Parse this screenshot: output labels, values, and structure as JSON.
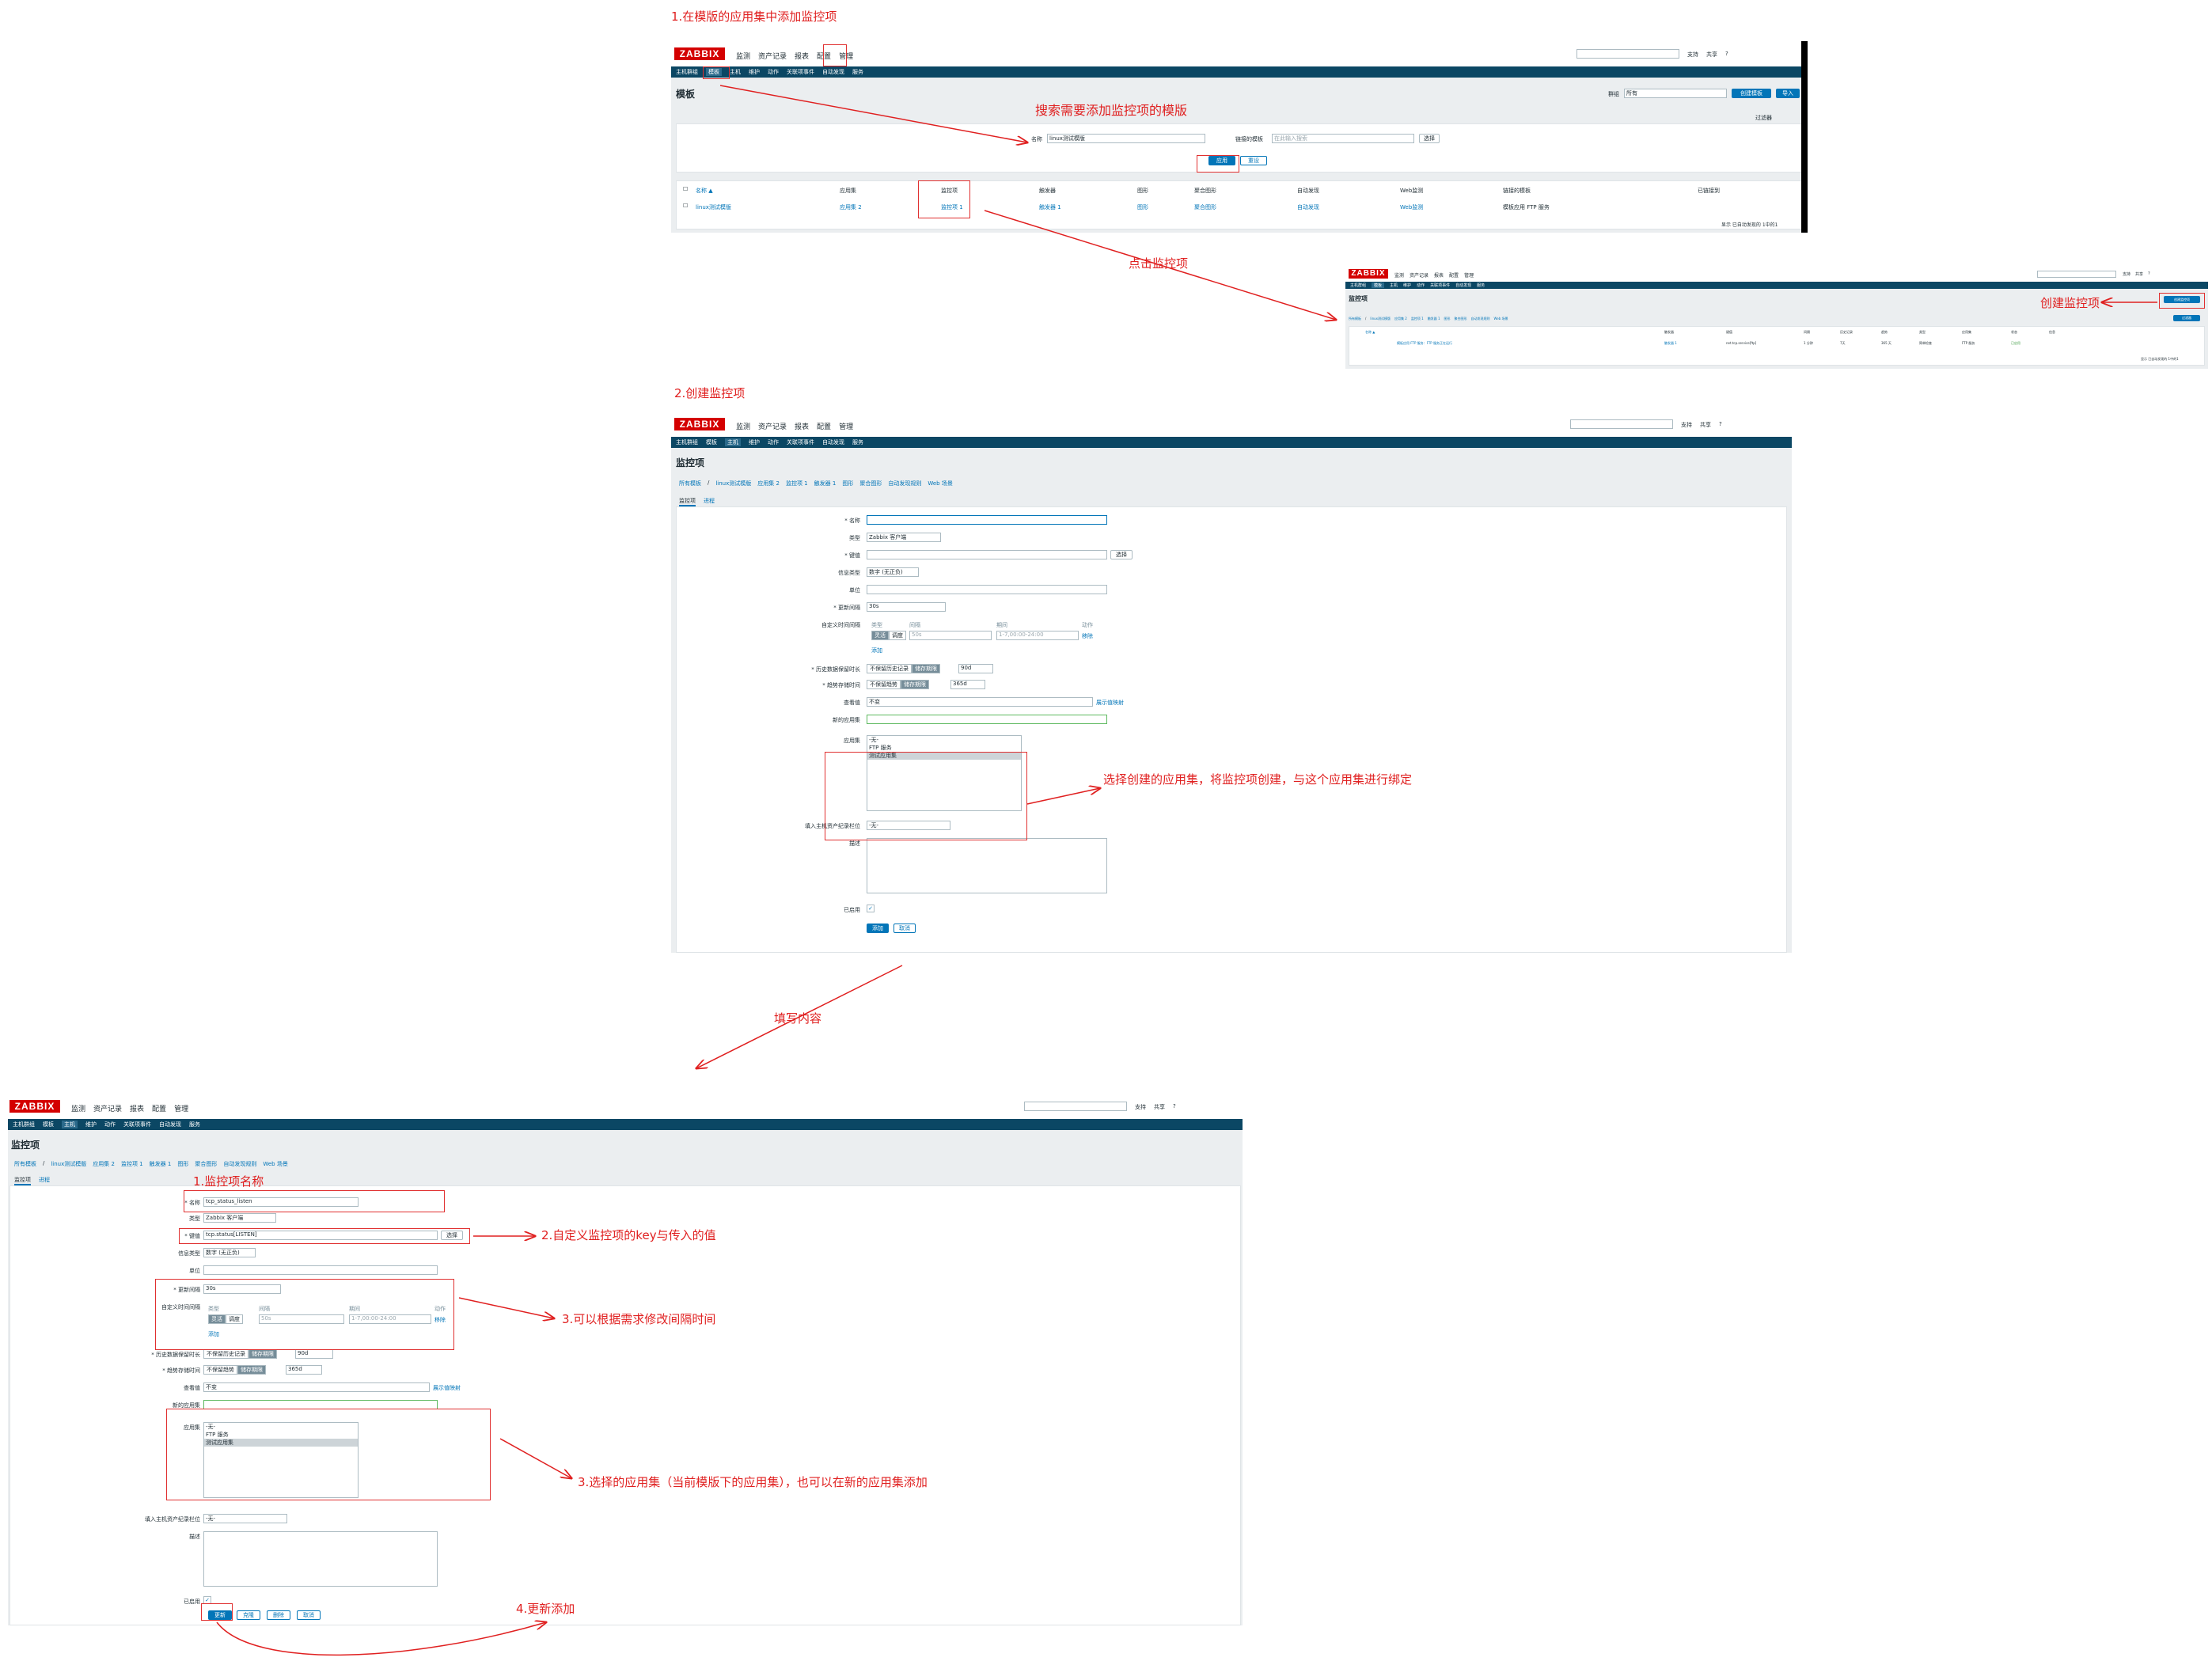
{
  "annotations": {
    "step1": "1.在模版的应用集中添加监控项",
    "search_hint": "搜索需要添加监控项的模版",
    "click_items": "点击监控项",
    "create_item": "创建监控项",
    "step2": "2.创建监控项",
    "bind_app": "选择创建的应用集，将监控项创建，与这个应用集进行绑定",
    "fill": "填写内容",
    "name_note": "1.监控项名称",
    "key_note": "2.自定义监控项的key与传入的值",
    "interval_note": "3.可以根据需求修改间隔时间",
    "app_note": "3.选择的应用集（当前模版下的应用集），也可以在新的应用集添加",
    "update_note": "4.更新添加"
  },
  "zabbix": {
    "logo": "ZABBIX",
    "main_menu": [
      "监测",
      "资产记录",
      "报表",
      "配置",
      "管理"
    ],
    "sub_menu": [
      "主机群组",
      "模板",
      "主机",
      "维护",
      "动作",
      "关联项事件",
      "自动发现",
      "服务"
    ],
    "top_right": [
      "支持",
      "共享",
      "?"
    ]
  },
  "templates_page": {
    "title": "模板",
    "group_label": "群组",
    "group_value": "所有",
    "create_btn": "创建模板",
    "import_btn": "导入",
    "filter_label": "过滤器",
    "name_label": "名称",
    "name_value": "linux测试模版",
    "linked_label": "链接的模板",
    "linked_placeholder": "在此输入搜索",
    "select_btn": "选择",
    "apply_btn": "应用",
    "reset_btn": "重设",
    "columns": [
      "名称 ▲",
      "应用集",
      "监控项",
      "触发器",
      "图形",
      "聚合图形",
      "自动发现",
      "Web监测",
      "链接的模板",
      "已链接到"
    ],
    "row": [
      "linux测试模版",
      "应用集 2",
      "监控项 1",
      "触发器 1",
      "图形",
      "聚合图形",
      "自动发现",
      "Web监测",
      "模板应用 FTP 服务"
    ],
    "footer": "显示 已自动发现的 1中的1"
  },
  "items_page": {
    "title": "监控项",
    "breadcrumb": [
      "所有模板",
      "/",
      "linux测试模版",
      "应用集 2",
      "监控项 1",
      "触发器 1",
      "图形",
      "聚合图形",
      "自动发现规则",
      "Web 场景"
    ],
    "create_btn": "创建监控项",
    "filter_btn": "过滤器",
    "columns": [
      "名称 ▲",
      "触发器",
      "键值",
      "间隔",
      "历史记录",
      "趋势",
      "类型",
      "应用集",
      "状态",
      "信息"
    ],
    "row": [
      "模板应用 FTP 服务：FTP 服务正在运行",
      "触发器 1",
      "net.tcp.service[ftp]",
      "1 分钟",
      "7天",
      "365 天",
      "简单检查",
      "FTP 服务",
      "已启用"
    ],
    "footer": "显示 已自动发现的 1中的1"
  },
  "item_form": {
    "title": "监控项",
    "breadcrumb": [
      "所有模板",
      "/",
      "linux测试模版",
      "应用集 2",
      "监控项 1",
      "触发器 1",
      "图形",
      "聚合图形",
      "自动发现规则",
      "Web 场景"
    ],
    "tabs": [
      "监控项",
      "进程"
    ],
    "labels": {
      "name": "* 名称",
      "type": "类型",
      "key": "* 键值",
      "value_type": "信息类型",
      "units": "单位",
      "interval": "* 更新间隔",
      "custom_intervals": "自定义时间间隔",
      "history": "* 历史数据保留时长",
      "trends": "* 趋势存储时间",
      "show_value": "查看值",
      "new_app": "新的应用集",
      "apps": "应用集",
      "inventory": "填入主机资产纪录栏位",
      "description": "描述",
      "enabled": "已启用"
    },
    "type_value": "Zabbix 客户端",
    "value_type_value": "数字 (无正负)",
    "interval_value": "30s",
    "custom_headers": [
      "类型",
      "间隔",
      "期间",
      "动作"
    ],
    "custom_seg": [
      "灵活",
      "调度"
    ],
    "custom_interval_placeholder": "50s",
    "custom_period_placeholder": "1-7,00:00-24:00",
    "remove_link": "移除",
    "add_link": "添加",
    "history_seg": [
      "不保留历史记录",
      "储存期限"
    ],
    "history_value": "90d",
    "trends_seg": [
      "不保留趋势",
      "储存期限"
    ],
    "trends_value": "365d",
    "show_value_value": "不变",
    "show_value_link": "展示值映射",
    "apps_list": [
      "-无-",
      "FTP 服务",
      "测试应用集"
    ],
    "inventory_value": "-无-",
    "select_btn": "选择",
    "blank_name": "",
    "blank_key": "",
    "add_btn": "添加",
    "cancel_btn": "取消"
  },
  "filled_form": {
    "name_value": "tcp_status_listen",
    "key_value": "tcp.status[LISTEN]",
    "update_btn": "更新",
    "clone_btn": "克隆",
    "delete_btn": "删除",
    "cancel_btn": "取消"
  },
  "colors": {
    "annotation": "#e02020",
    "zabbix_red": "#d40000",
    "nav_blue": "#0b4764",
    "link_blue": "#0275b8"
  }
}
